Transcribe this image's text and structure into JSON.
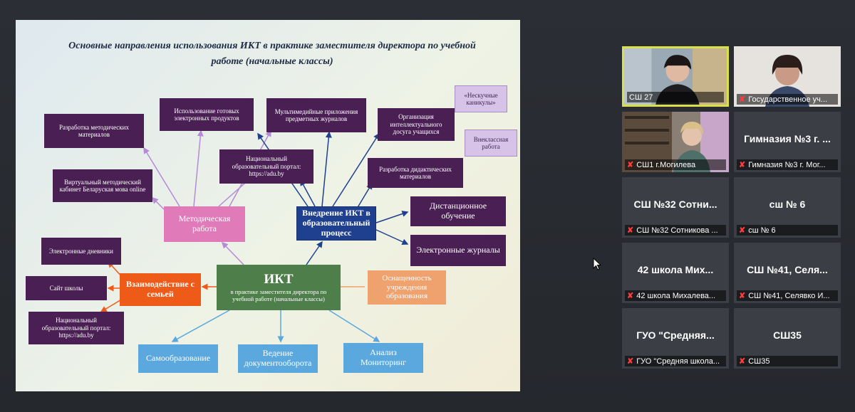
{
  "slide": {
    "title": "Основные направления использования ИКТ в практике заместителя директора по учебной работе (начальные классы)",
    "nodes": {
      "metod_materials": "Разработка методических материалов",
      "ready_products": "Использование готовых электронных продуктов",
      "multimedia": "Мультимедийные приложения предметных журналов",
      "leisure": "Организация интеллектуального досуга учащихся",
      "holidays": "«Нескучные каникулы»",
      "extracurricular": "Внеклассная работа",
      "portal_top": "Национальный образовательный портал: https://adu.by",
      "virtual_cabinet": "Виртуальный методический кабинет Беларуская мова online",
      "didactic": "Разработка дидактических материалов",
      "metod_work": "Методическая работа",
      "implementation": "Внедрение ИКТ в образовательный процесс",
      "distance": "Дистанционное обучение",
      "ejournals": "Электронные журналы",
      "ediaries": "Электронные дневники",
      "school_site": "Сайт школы",
      "family": "Взаимодействие с семьей",
      "portal_bottom": "Национальный образовательный портал: https://adu.by",
      "ikt_main": "ИКТ",
      "ikt_sub": "в практике заместителя директора по учебной работе (начальные классы)",
      "equipment": "Оснащенность учреждения образования",
      "self_education": "Самообразование",
      "documents": "Ведение документооборота",
      "analysis": "Анализ Мониторинг"
    }
  },
  "participants": [
    {
      "name": "СШ 27",
      "display": "",
      "video": true,
      "active": true
    },
    {
      "name": "Государственное уч...",
      "display": "",
      "video": true,
      "active": false
    },
    {
      "name": "СШ1 г.Могилева",
      "display": "",
      "video": true,
      "active": false
    },
    {
      "name": "Гимназия №3 г. Мог...",
      "display": "Гимназия №3 г. ...",
      "video": false,
      "active": false
    },
    {
      "name": "СШ №32 Сотникова ...",
      "display": "СШ №32 Сотни...",
      "video": false,
      "active": false
    },
    {
      "name": "сш № 6",
      "display": "сш № 6",
      "video": false,
      "active": false
    },
    {
      "name": "42 школа Михалева...",
      "display": "42 школа Мих...",
      "video": false,
      "active": false
    },
    {
      "name": "СШ №41, Селявко И...",
      "display": "СШ №41, Селя...",
      "video": false,
      "active": false
    },
    {
      "name": "ГУО \"Средняя школа...",
      "display": "ГУО \"Средняя...",
      "video": false,
      "active": false
    },
    {
      "name": "СШ35",
      "display": "СШ35",
      "video": false,
      "active": false
    }
  ],
  "colors": {
    "active_border": "#d9e04a",
    "muted_mic": "#ff3b3b",
    "tile_bg": "#3b3e45"
  }
}
